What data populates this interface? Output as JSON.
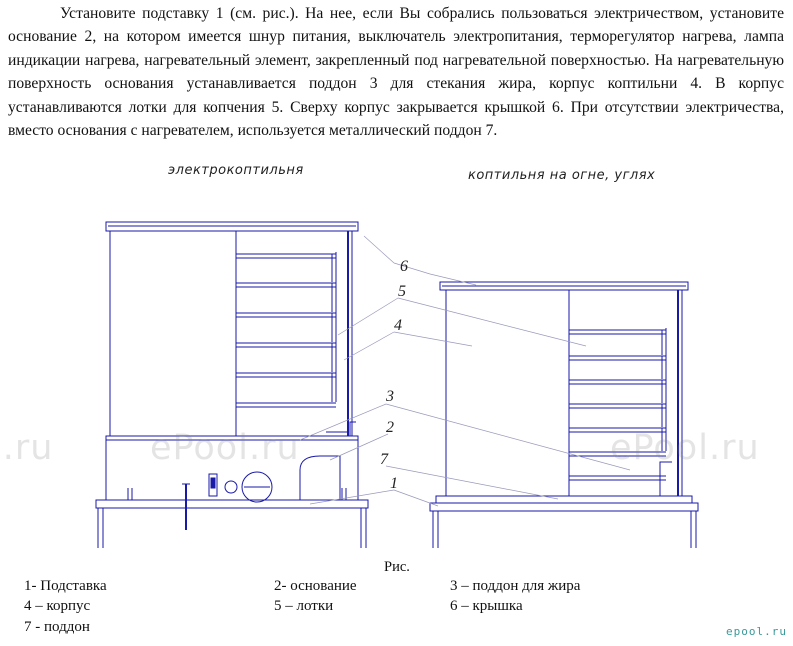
{
  "paragraph": "Установите подставку 1 (см. рис.). На нее, если Вы собрались пользоваться электричеством, установите основание 2, на котором имеется шнур питания, выключатель электропитания, терморегулятор нагрева, лампа индикации нагрева, нагревательный элемент, закрепленный под нагревательной поверхностью. На нагревательную поверхность основания устанавливается поддон 3 для стекания жира, корпус коптильни 4. В корпус устанавливаются лотки для копчения 5. Сверху корпус закрывается крышкой 6. При отсутствии электричества, вместо основания с нагревателем, используется металлический поддон 7.",
  "diagram": {
    "title_left": "электрокоптильня",
    "title_right": "коптильня на огне, углях",
    "callouts": [
      "6",
      "5",
      "4",
      "3",
      "2",
      "7",
      "1"
    ],
    "line_color": "#1a1aa8"
  },
  "caption": "Рис.",
  "legend": [
    "1- Подставка",
    "2- основание",
    "3 – поддон для жира",
    "4 – корпус",
    "5 – лотки",
    "6 – крышка",
    "7 - поддон"
  ],
  "watermark": {
    "left": "l.ru",
    "mid": "ePool.ru",
    "right": "ePool.ru"
  },
  "corner_logo": "epool.ru"
}
